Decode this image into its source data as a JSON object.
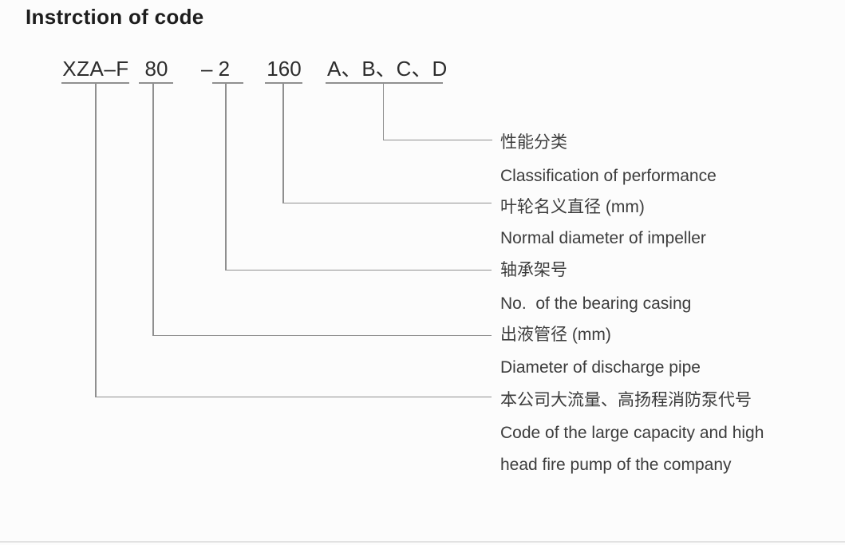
{
  "page": {
    "title": "Instrction of code"
  },
  "code": {
    "segments": [
      {
        "name": "company-code",
        "text": "XZA–F"
      },
      {
        "name": "discharge-pipe-diameter",
        "text": "80"
      },
      {
        "name": "bearing-casing-no",
        "text": "– 2"
      },
      {
        "name": "impeller-diameter",
        "text": "160"
      },
      {
        "name": "performance-class",
        "text": "A、B、C、D"
      }
    ]
  },
  "legend": [
    {
      "zh": "性能分类",
      "en": "Classification of performance"
    },
    {
      "zh": "叶轮名义直径 (mm)",
      "en": "Normal diameter of impeller"
    },
    {
      "zh": "轴承架号",
      "en": "No.  of the bearing casing"
    },
    {
      "zh": "出液管径 (mm)",
      "en": "Diameter of discharge pipe"
    },
    {
      "zh": "本公司大流量、高扬程消防泵代号",
      "en": "Code of the large capacity and high head fire pump of the company"
    }
  ],
  "colors": {
    "background": "#fcfcfc",
    "line": "#8f8f8f",
    "title_text": "#1d1d1d",
    "code_text": "#2d2d2d",
    "label_text": "#3c3c3c",
    "bottom_rule": "#e2e2e2"
  }
}
